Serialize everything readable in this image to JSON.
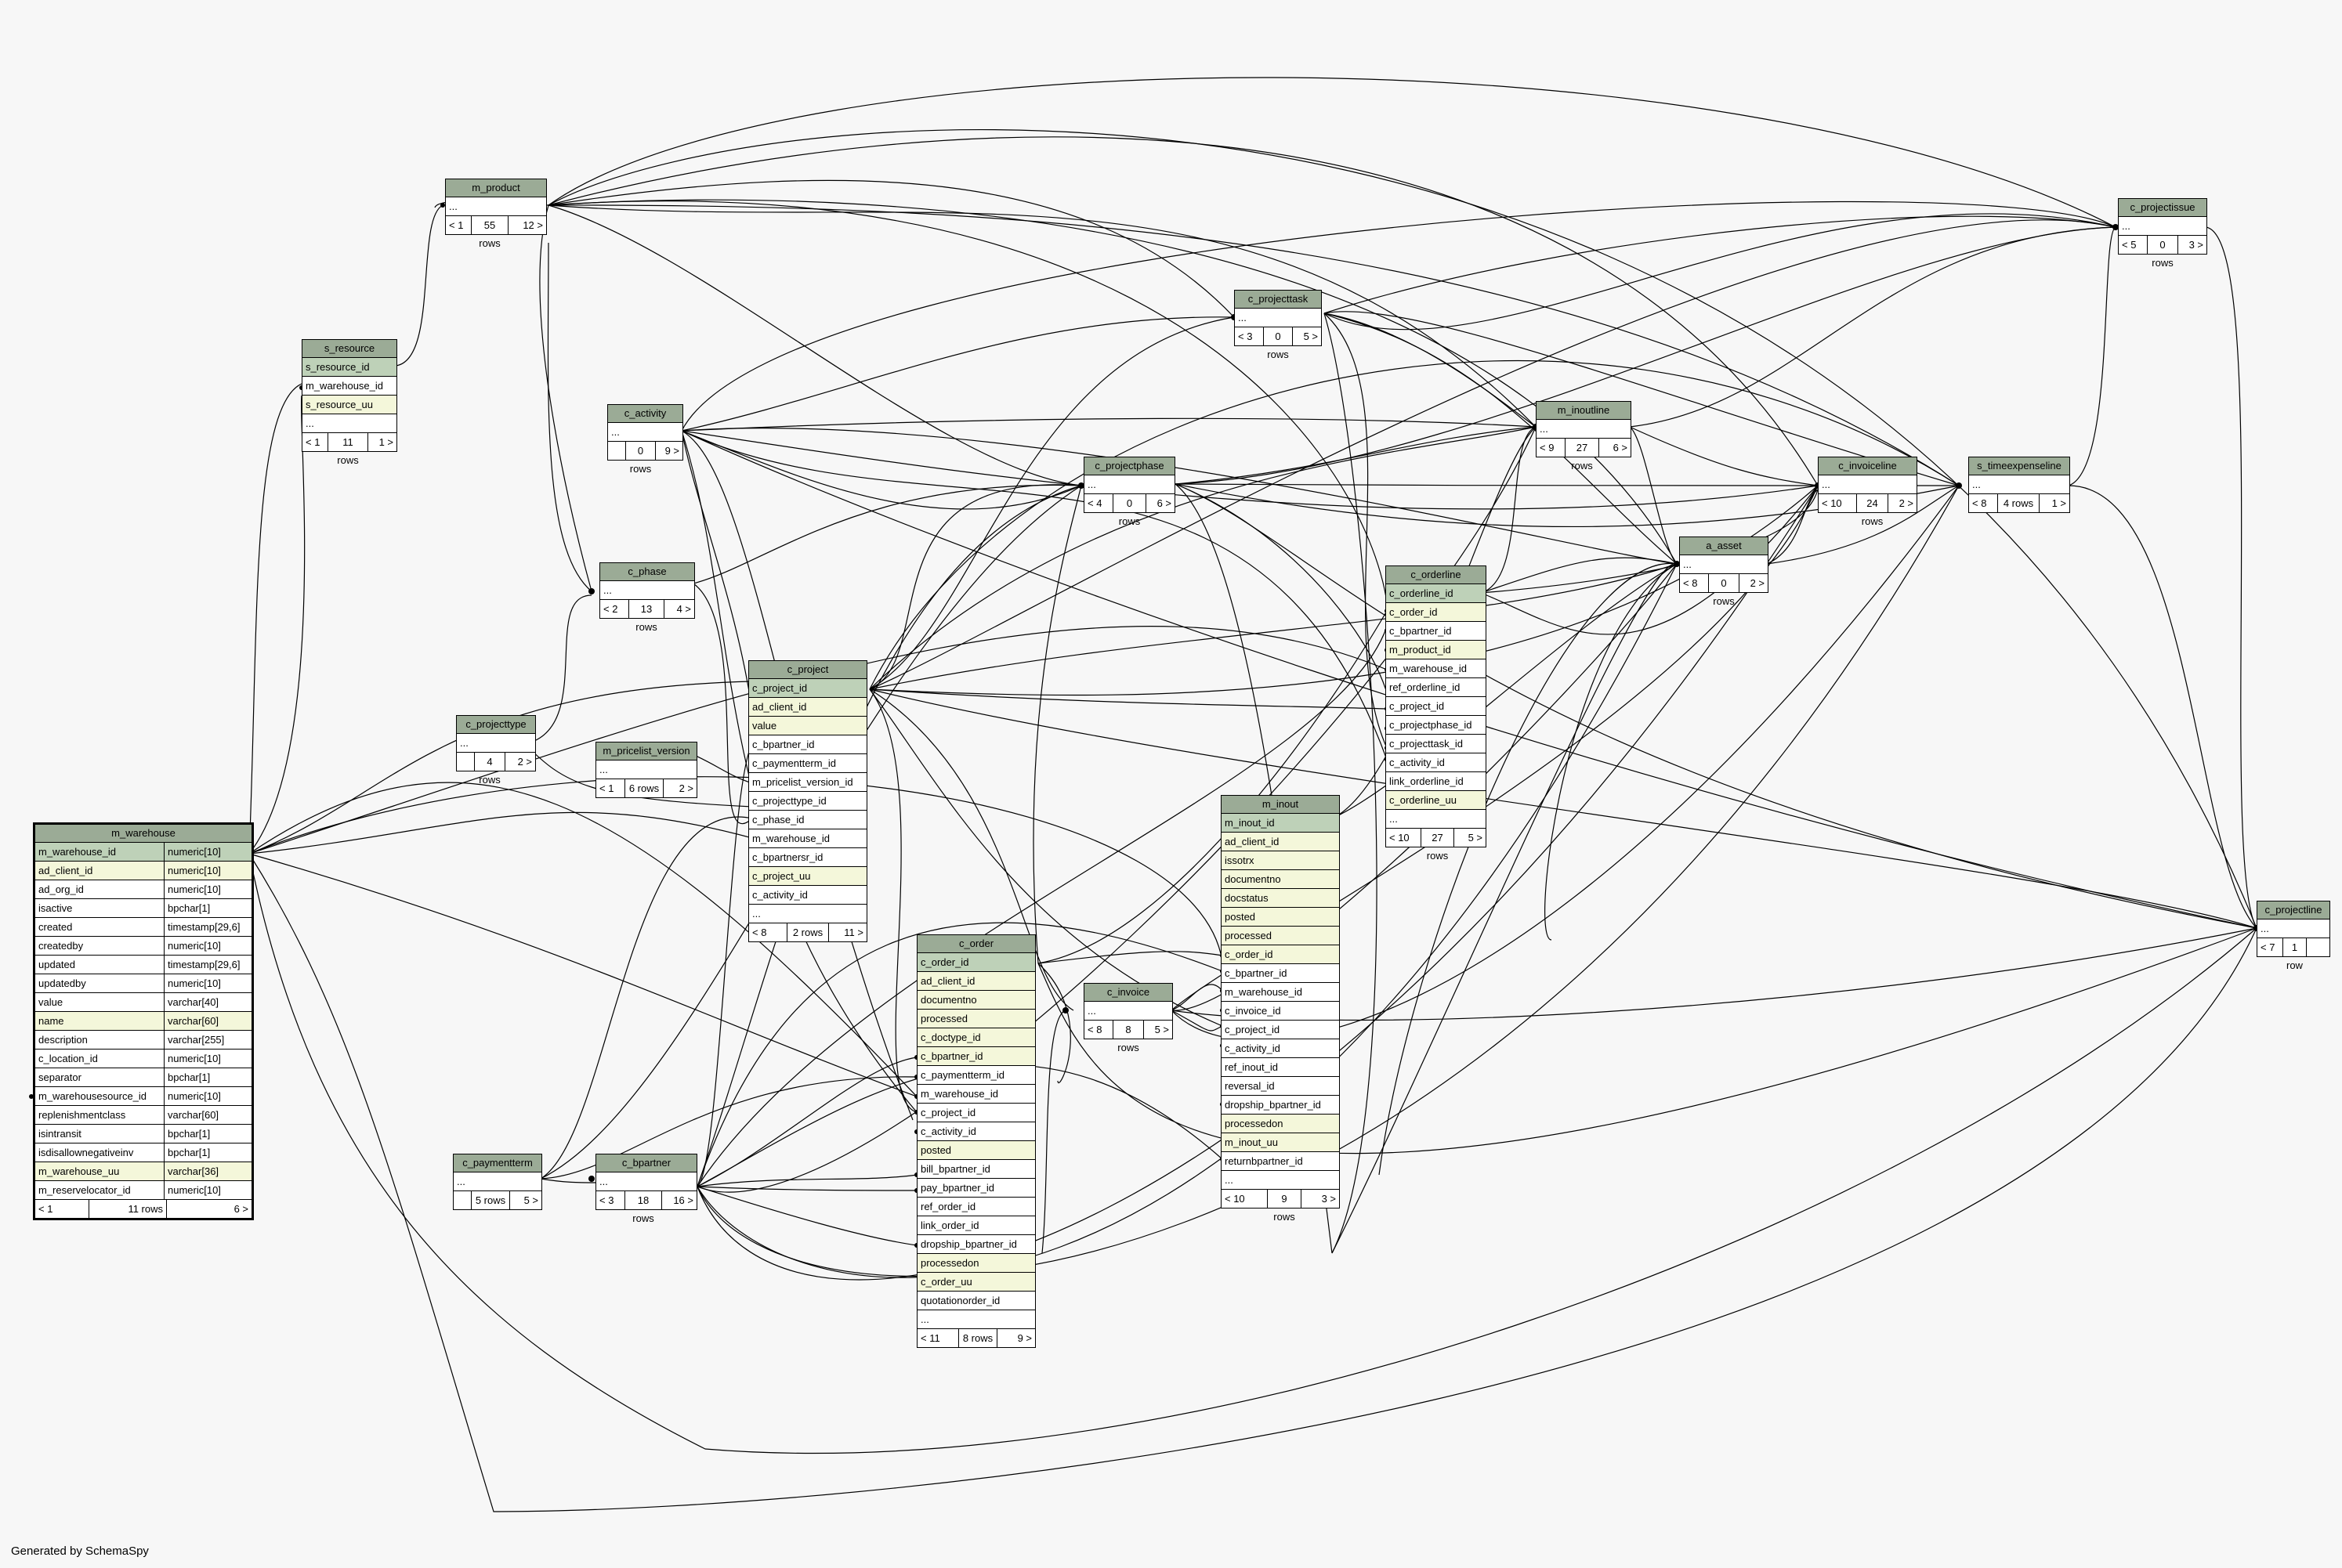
{
  "footer_text": "Generated by SchemaSpy",
  "colors": {
    "header": "#9bab96",
    "primary_key": "#bed1b8",
    "indexed": "#f4f7da",
    "background": "#f7f7f7"
  },
  "tables": {
    "m_warehouse": {
      "name": "m_warehouse",
      "columns": [
        {
          "name": "m_warehouse_id",
          "type": "numeric[10]"
        },
        {
          "name": "ad_client_id",
          "type": "numeric[10]"
        },
        {
          "name": "ad_org_id",
          "type": "numeric[10]"
        },
        {
          "name": "isactive",
          "type": "bpchar[1]"
        },
        {
          "name": "created",
          "type": "timestamp[29,6]"
        },
        {
          "name": "createdby",
          "type": "numeric[10]"
        },
        {
          "name": "updated",
          "type": "timestamp[29,6]"
        },
        {
          "name": "updatedby",
          "type": "numeric[10]"
        },
        {
          "name": "value",
          "type": "varchar[40]"
        },
        {
          "name": "name",
          "type": "varchar[60]"
        },
        {
          "name": "description",
          "type": "varchar[255]"
        },
        {
          "name": "c_location_id",
          "type": "numeric[10]"
        },
        {
          "name": "separator",
          "type": "bpchar[1]"
        },
        {
          "name": "m_warehousesource_id",
          "type": "numeric[10]"
        },
        {
          "name": "replenishmentclass",
          "type": "varchar[60]"
        },
        {
          "name": "isintransit",
          "type": "bpchar[1]"
        },
        {
          "name": "isdisallownegativeinv",
          "type": "bpchar[1]"
        },
        {
          "name": "m_warehouse_uu",
          "type": "varchar[36]"
        },
        {
          "name": "m_reservelocator_id",
          "type": "numeric[10]"
        }
      ],
      "footer": [
        "< 1",
        "11 rows",
        "6 >"
      ]
    },
    "m_product": {
      "name": "m_product",
      "columns": [
        "..."
      ],
      "footer": [
        "< 1",
        "55 rows",
        "12 >"
      ]
    },
    "s_resource": {
      "name": "s_resource",
      "columns": [
        "s_resource_id",
        "m_warehouse_id",
        "s_resource_uu",
        "..."
      ],
      "footer": [
        "< 1",
        "11 rows",
        "1 >"
      ]
    },
    "c_activity": {
      "name": "c_activity",
      "columns": [
        "..."
      ],
      "footer": [
        "",
        "0 rows",
        "9 >"
      ]
    },
    "c_phase": {
      "name": "c_phase",
      "columns": [
        "..."
      ],
      "footer": [
        "< 2",
        "13 rows",
        "4 >"
      ]
    },
    "c_projecttype": {
      "name": "c_projecttype",
      "columns": [
        "..."
      ],
      "footer": [
        "",
        "4 rows",
        "2 >"
      ]
    },
    "m_pricelist_version": {
      "name": "m_pricelist_version",
      "columns": [
        "..."
      ],
      "footer": [
        "< 1",
        "6 rows",
        "2 >"
      ]
    },
    "c_paymentterm": {
      "name": "c_paymentterm",
      "columns": [
        "..."
      ],
      "footer": [
        "",
        "5 rows",
        "5 >"
      ]
    },
    "c_bpartner": {
      "name": "c_bpartner",
      "columns": [
        "..."
      ],
      "footer": [
        "< 3",
        "18 rows",
        "16 >"
      ]
    },
    "c_project": {
      "name": "c_project",
      "columns": [
        "c_project_id",
        "ad_client_id",
        "value",
        "c_bpartner_id",
        "c_paymentterm_id",
        "m_pricelist_version_id",
        "c_projecttype_id",
        "c_phase_id",
        "m_warehouse_id",
        "c_bpartnersr_id",
        "c_project_uu",
        "c_activity_id",
        "..."
      ],
      "footer": [
        "< 8",
        "2 rows",
        "11 >"
      ]
    },
    "c_projecttask": {
      "name": "c_projecttask",
      "columns": [
        "..."
      ],
      "footer": [
        "< 3",
        "0 rows",
        "5 >"
      ]
    },
    "c_projectphase": {
      "name": "c_projectphase",
      "columns": [
        "..."
      ],
      "footer": [
        "< 4",
        "0 rows",
        "6 >"
      ]
    },
    "c_order": {
      "name": "c_order",
      "columns": [
        "c_order_id",
        "ad_client_id",
        "documentno",
        "processed",
        "c_doctype_id",
        "c_bpartner_id",
        "c_paymentterm_id",
        "m_warehouse_id",
        "c_project_id",
        "c_activity_id",
        "posted",
        "bill_bpartner_id",
        "pay_bpartner_id",
        "ref_order_id",
        "link_order_id",
        "dropship_bpartner_id",
        "processedon",
        "c_order_uu",
        "quotationorder_id",
        "..."
      ],
      "footer": [
        "< 11",
        "8 rows",
        "9 >"
      ]
    },
    "c_invoice": {
      "name": "c_invoice",
      "columns": [
        "..."
      ],
      "footer": [
        "< 8",
        "8 rows",
        "5 >"
      ]
    },
    "m_inout": {
      "name": "m_inout",
      "columns": [
        "m_inout_id",
        "ad_client_id",
        "issotrx",
        "documentno",
        "docstatus",
        "posted",
        "processed",
        "c_order_id",
        "c_bpartner_id",
        "m_warehouse_id",
        "c_invoice_id",
        "c_project_id",
        "c_activity_id",
        "ref_inout_id",
        "reversal_id",
        "dropship_bpartner_id",
        "processedon",
        "m_inout_uu",
        "returnbpartner_id",
        "..."
      ],
      "footer": [
        "< 10",
        "9 rows",
        "3 >"
      ]
    },
    "c_orderline": {
      "name": "c_orderline",
      "columns": [
        "c_orderline_id",
        "c_order_id",
        "c_bpartner_id",
        "m_product_id",
        "m_warehouse_id",
        "ref_orderline_id",
        "c_project_id",
        "c_projectphase_id",
        "c_projecttask_id",
        "c_activity_id",
        "link_orderline_id",
        "c_orderline_uu",
        "..."
      ],
      "footer": [
        "< 10",
        "27 rows",
        "5 >"
      ]
    },
    "m_inoutline": {
      "name": "m_inoutline",
      "columns": [
        "..."
      ],
      "footer": [
        "< 9",
        "27 rows",
        "6 >"
      ]
    },
    "a_asset": {
      "name": "a_asset",
      "columns": [
        "..."
      ],
      "footer": [
        "< 8",
        "0 rows",
        "2 >"
      ]
    },
    "c_invoiceline": {
      "name": "c_invoiceline",
      "columns": [
        "..."
      ],
      "footer": [
        "< 10",
        "24 rows",
        "2 >"
      ]
    },
    "s_timeexpenseline": {
      "name": "s_timeexpenseline",
      "columns": [
        "..."
      ],
      "footer": [
        "< 8",
        "4 rows",
        "1 >"
      ]
    },
    "c_projectissue": {
      "name": "c_projectissue",
      "columns": [
        "..."
      ],
      "footer": [
        "< 5",
        "0 rows",
        "3 >"
      ]
    },
    "c_projectline": {
      "name": "c_projectline",
      "columns": [
        "..."
      ],
      "footer": [
        "< 7",
        "1 row",
        ""
      ]
    }
  }
}
